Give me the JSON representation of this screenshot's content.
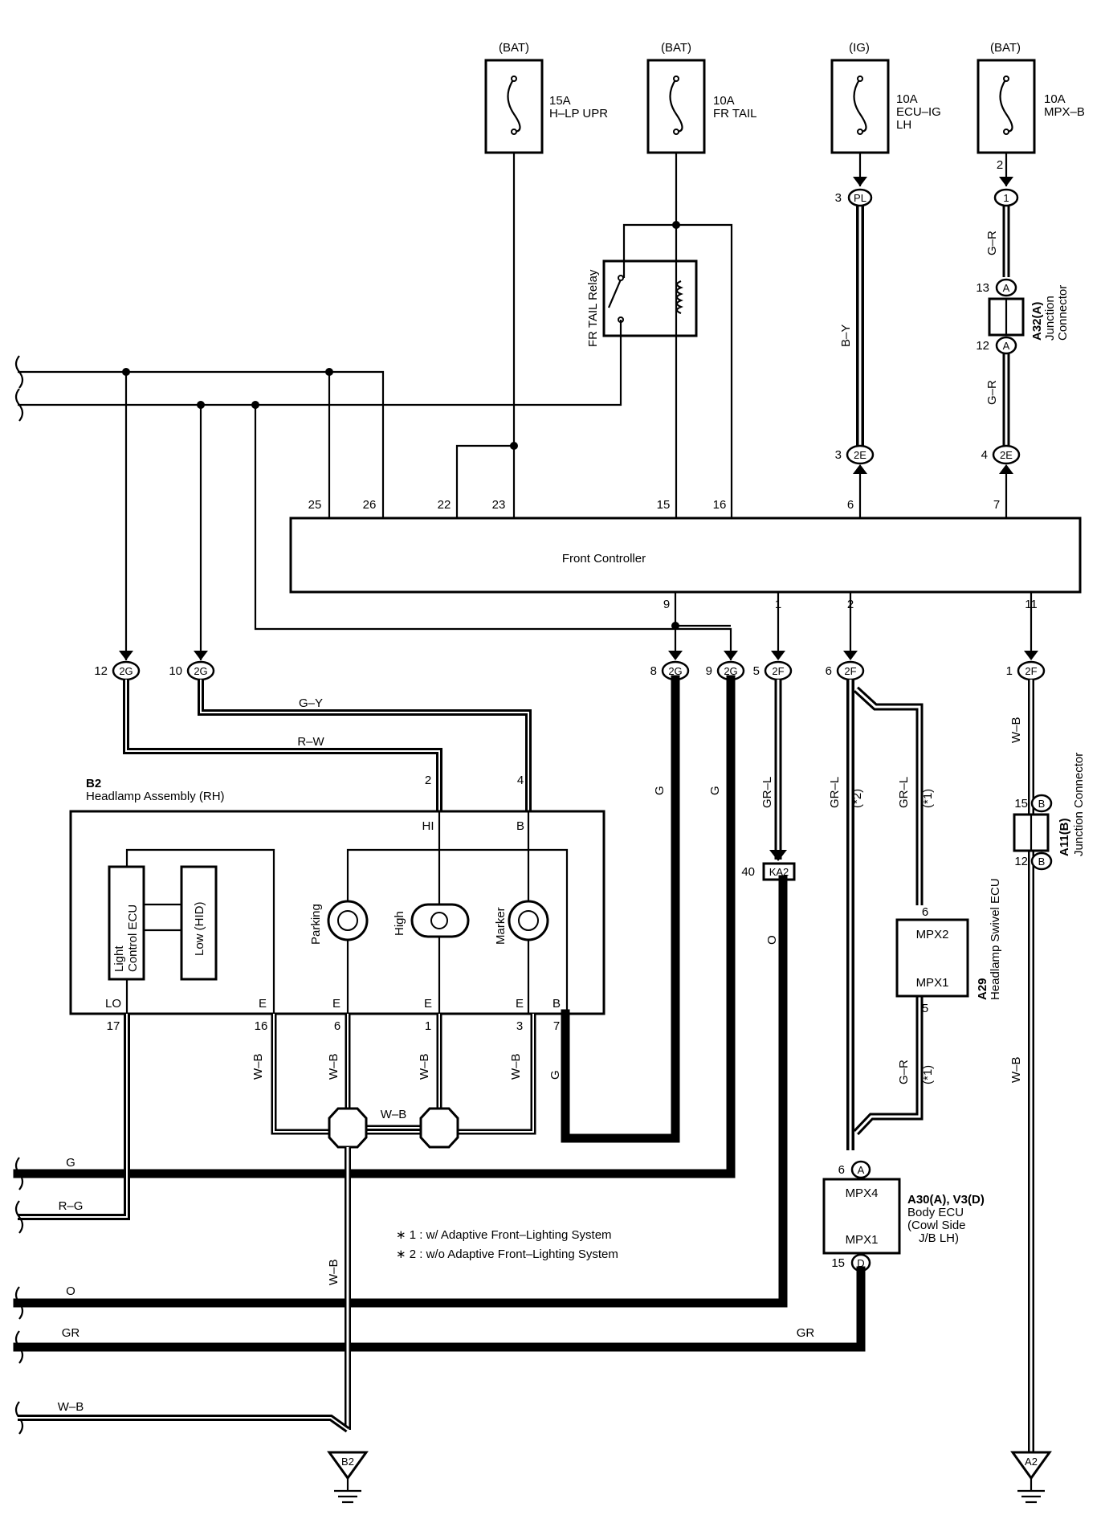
{
  "fuses": [
    {
      "source": "(BAT)",
      "rating": "15A",
      "name": "H–LP UPR"
    },
    {
      "source": "(BAT)",
      "rating": "10A",
      "name": "FR TAIL"
    },
    {
      "source": "(IG)",
      "rating": "10A",
      "name_line1": "ECU–IG",
      "name_line2": "LH"
    },
    {
      "source": "(BAT)",
      "rating": "10A",
      "name": "MPX–B"
    }
  ],
  "relay": {
    "label": "FR TAIL Relay"
  },
  "front_controller": {
    "label": "Front Controller",
    "top_pins": [
      "25",
      "26",
      "22",
      "23",
      "15",
      "16",
      "6",
      "7"
    ],
    "bottom_pins": [
      "9",
      "1",
      "2",
      "11"
    ]
  },
  "connectors": {
    "pl": {
      "pin": "3",
      "code": "PL"
    },
    "c1": {
      "pin": "2",
      "code": "1"
    },
    "a32_top": {
      "pin": "13",
      "code": "A"
    },
    "a32_bot": {
      "pin": "12",
      "code": "A"
    },
    "a32_label": {
      "id": "A32(A)",
      "line1": "Junction",
      "line2": "Connector"
    },
    "e2_left": {
      "pin": "3",
      "code": "2E"
    },
    "e2_right": {
      "pin": "4",
      "code": "2E"
    },
    "g12": {
      "pin": "12",
      "code": "2G"
    },
    "g10": {
      "pin": "10",
      "code": "2G"
    },
    "g8": {
      "pin": "8",
      "code": "2G"
    },
    "g9": {
      "pin": "9",
      "code": "2G"
    },
    "f5": {
      "pin": "5",
      "code": "2F"
    },
    "f6": {
      "pin": "6",
      "code": "2F"
    },
    "f1": {
      "pin": "1",
      "code": "2F"
    },
    "ka2": {
      "pin": "40",
      "code": "KA2"
    },
    "a11_top": {
      "pin": "15",
      "code": "B"
    },
    "a11_bot": {
      "pin": "12",
      "code": "B"
    },
    "a11_label": {
      "id": "A11(B)",
      "text": "Junction Connector"
    },
    "body_top": {
      "pin": "6",
      "code": "A"
    },
    "body_bot": {
      "pin": "15",
      "code": "D"
    }
  },
  "wires": {
    "by": "B–Y",
    "gr_a": "G–R",
    "gr_b": "G–R",
    "gy": "G–Y",
    "rw": "R–W",
    "g1": "G",
    "g2": "G",
    "grl1": "GR–L",
    "grl2": "GR–L",
    "grl3": "GR–L",
    "star2": "(*2)",
    "star1a": "(*1)",
    "star1b": "(*1)",
    "gr_c": "G–R",
    "o": "O",
    "wb1": "W–B",
    "wb2": "W–B",
    "wb_16": "W–B",
    "wb_6": "W–B",
    "wb_1": "W–B",
    "wb_3": "W–B",
    "wb_mid": "W–B",
    "g7": "G",
    "wb_down": "W–B",
    "left_g": "G",
    "left_rg": "R–G",
    "left_o": "O",
    "left_gr": "GR",
    "left_gr2": "GR",
    "left_wb": "W–B"
  },
  "headlamp": {
    "id": "B2",
    "title": "Headlamp Assembly (RH)",
    "pin_hi": "2",
    "pin_b": "4",
    "hi": "HI",
    "b_top": "B",
    "ecu_line1": "Light",
    "ecu_line2": "Control ECU",
    "low": "Low (HID)",
    "parking": "Parking",
    "high": "High",
    "marker": "Marker",
    "bottom": [
      {
        "term": "LO",
        "pin": "17"
      },
      {
        "term": "E",
        "pin": "16"
      },
      {
        "term": "E",
        "pin": "6"
      },
      {
        "term": "E",
        "pin": "1"
      },
      {
        "term": "E",
        "pin": "3"
      },
      {
        "term": "B",
        "pin": "7"
      }
    ]
  },
  "swivel_ecu": {
    "id": "A29",
    "line1": "Headlamp Swivel ECU",
    "mpx2": "MPX2",
    "mpx1": "MPX1",
    "pin_top": "6",
    "pin_bot": "5"
  },
  "body_ecu": {
    "id": "A30(A), V3(D)",
    "line1": "Body ECU",
    "line2": "(Cowl Side",
    "line3": "J/B LH)",
    "mpx4": "MPX4",
    "mpx1": "MPX1"
  },
  "notes": [
    "∗ 1 : w/ Adaptive Front–Lighting System",
    "∗ 2 : w/o Adaptive Front–Lighting System"
  ],
  "grounds": [
    {
      "code": "B2"
    },
    {
      "code": "A2"
    }
  ]
}
